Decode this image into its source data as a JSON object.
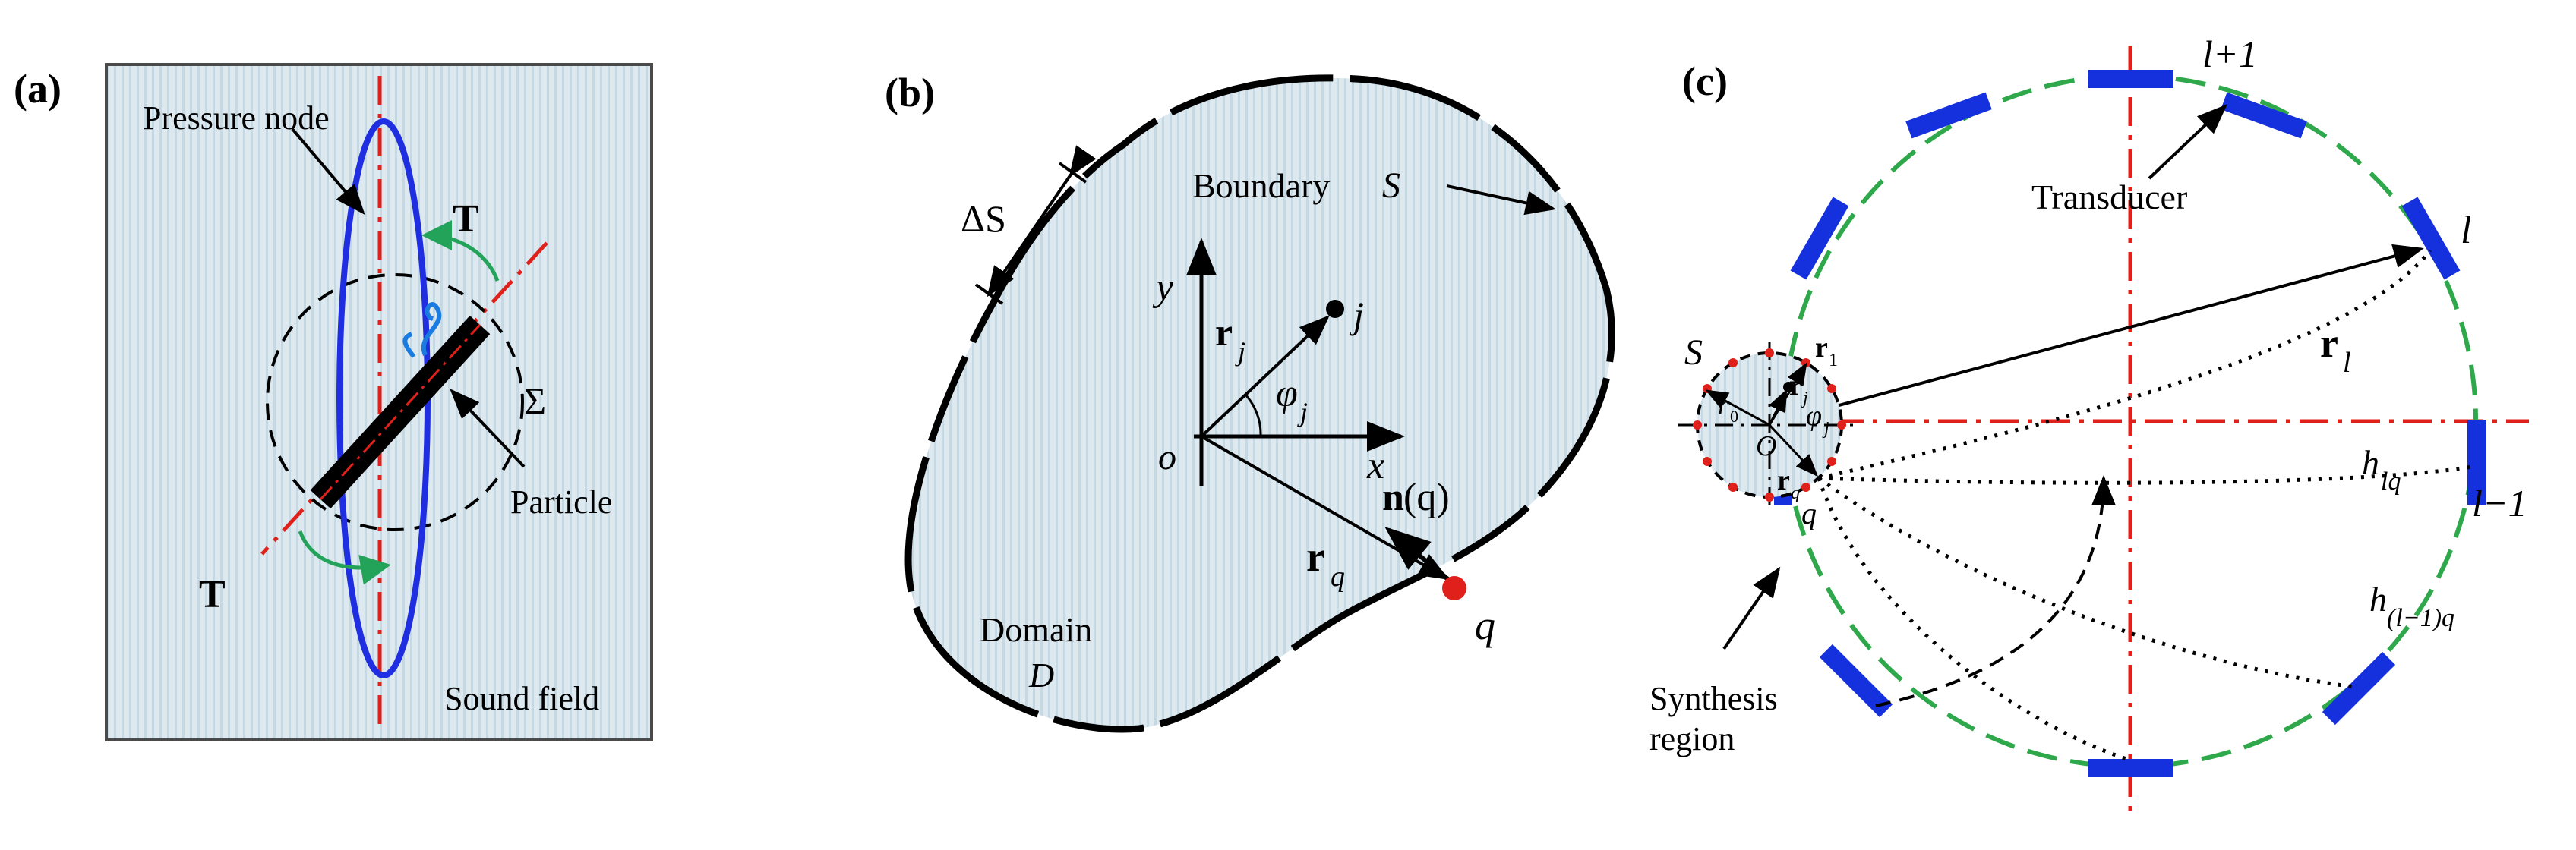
{
  "panels": {
    "a": {
      "tag": "(a)",
      "labels": {
        "pressure_node": "Pressure node",
        "torque_top": "T",
        "torque_bottom": "T",
        "sigma": "Σ",
        "particle": "Particle",
        "sound_field": "Sound field"
      }
    },
    "b": {
      "tag": "(b)",
      "labels": {
        "delta_s": "ΔS",
        "boundary": "Boundary",
        "boundary_symbol": "S",
        "y_axis": "y",
        "x_axis": "x",
        "origin": "o",
        "rj_r": "r",
        "rj_sub": "j",
        "point_j": "j",
        "phi": "φ",
        "phi_sub": "j",
        "n_bold": "n",
        "n_arg": "(q)",
        "rq_r": "r",
        "rq_sub": "q",
        "point_q": "q",
        "domain": "Domain",
        "domain_symbol": "D"
      }
    },
    "c": {
      "tag": "(c)",
      "labels": {
        "l_plus_1": "l+1",
        "transducer": "Transducer",
        "l": "l",
        "rl_r": "r",
        "rl_sub": "l",
        "h_lq": "h",
        "h_lq_sub": "lq",
        "l_minus_1": "l−1",
        "h_l1q": "h",
        "h_l1q_sub": "(l−1)q",
        "s": "S",
        "r1": "r",
        "r1_sub": "1",
        "rj": "r",
        "rj_sub": "j",
        "r0": "r",
        "r0_sub": "0",
        "phi": "φ",
        "phi_sub": "j",
        "origin": "O",
        "rq": "r",
        "rq_sub": "q",
        "q": "q",
        "synthesis_1": "Synthesis",
        "synthesis_2": "region"
      }
    }
  },
  "colors": {
    "field_fill": "#dde9ef",
    "stripe": "#c6d8e2",
    "axis_red": "#e0211b",
    "ellipse_blue": "#1f2ee0",
    "torque_green": "#23a35a",
    "circle_green": "#2ea84a",
    "transducer_blue": "#1530dd",
    "point_red": "#e0211b",
    "ink": "#000000"
  }
}
